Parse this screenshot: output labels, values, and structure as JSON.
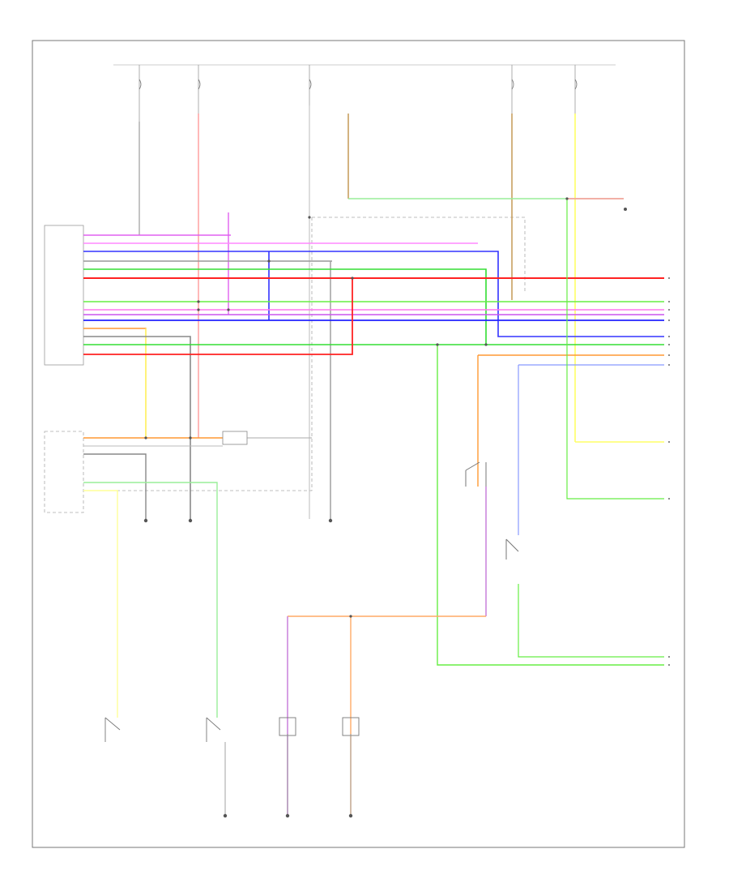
{
  "diagram": {
    "corner_code": "",
    "wires": [
      {
        "id": "purple-top",
        "color": "#e060f0"
      },
      {
        "id": "pink-top",
        "color": "#ff88ff"
      },
      {
        "id": "blue-top",
        "color": "#3333ff"
      },
      {
        "id": "gray-top",
        "color": "#999999"
      },
      {
        "id": "green-top",
        "color": "#33dd33"
      },
      {
        "id": "red-top",
        "color": "#ff2222"
      },
      {
        "id": "green-mid",
        "color": "#66ee44"
      },
      {
        "id": "pink-mid",
        "color": "#ff77ee"
      },
      {
        "id": "purple-mid",
        "color": "#cc55ee"
      },
      {
        "id": "blue-mid",
        "color": "#2222ff"
      },
      {
        "id": "orange-mid",
        "color": "#ff9933"
      },
      {
        "id": "gray-mid",
        "color": "#888888"
      },
      {
        "id": "green-low",
        "color": "#33dd33"
      },
      {
        "id": "red-low",
        "color": "#ff2222"
      },
      {
        "id": "yellow",
        "color": "#ffff66"
      },
      {
        "id": "tan",
        "color": "#c8a060"
      },
      {
        "id": "light-green",
        "color": "#99ee99"
      },
      {
        "id": "light-blue",
        "color": "#8899ff"
      }
    ]
  }
}
